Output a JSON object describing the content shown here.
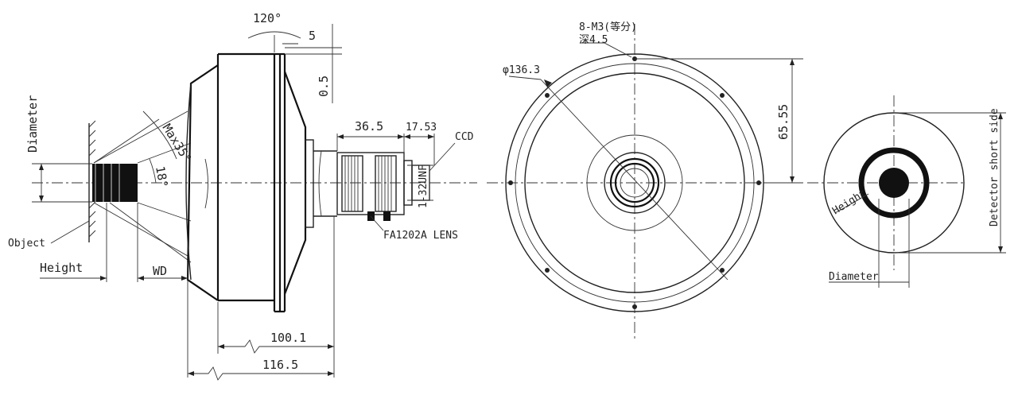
{
  "side_view": {
    "angle_120": "120°",
    "dim_5": "5",
    "dim_0_5": "0.5",
    "diameter_label": "Diameter",
    "max_angle": "Max35°",
    "angle_18": "18°",
    "dim_36_5": "36.5",
    "dim_17_53": "17.53",
    "ccd_label": "CCD",
    "thread_label": "1-32UNF",
    "lens_label": "FA1202A  LENS",
    "object_label": "Object",
    "height_label": "Height",
    "wd_label": "WD",
    "dim_100_1": "100.1",
    "dim_116_5": "116.5"
  },
  "front_view": {
    "holes_label": "8-M3(等分)",
    "depth_label": "深4.5",
    "diameter_label": "φ136.3",
    "dim_65_55": "65.55"
  },
  "detector_view": {
    "short_side_label": "Detector short side",
    "height_label": "Height",
    "diameter_label": "Diameter"
  }
}
